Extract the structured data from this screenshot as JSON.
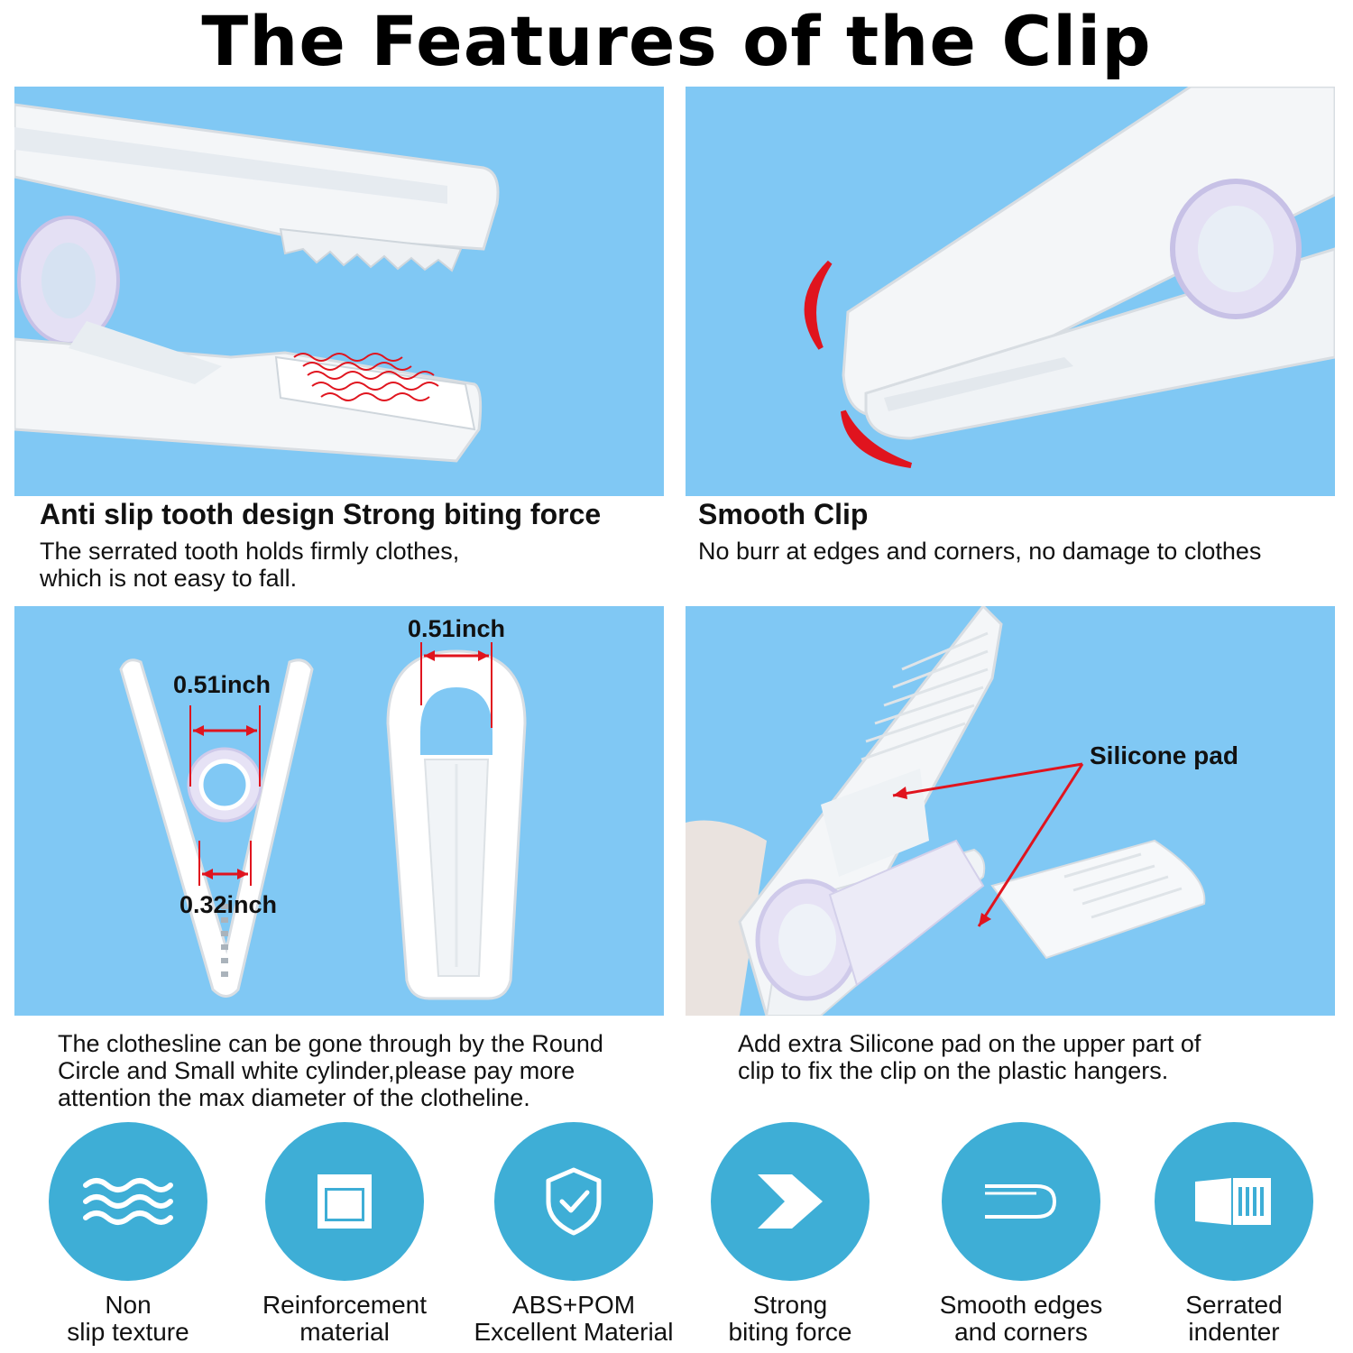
{
  "title": "The Features of the Clip",
  "panels": {
    "top_left": {
      "caption_title": "Anti slip tooth design Strong biting force",
      "caption_text": "The serrated  tooth  holds firmly clothes,\nwhich is not easy to fall."
    },
    "top_right": {
      "caption_title": "Smooth Clip",
      "caption_text": "No burr at edges and corners, no damage to clothes"
    },
    "bottom_left": {
      "dim_circle": "0.51inch",
      "dim_gap": "0.32inch",
      "dim_top": "0.51inch",
      "caption_text": "The clothesline can be gone through by the Round\nCircle and Small white cylinder,please pay more\nattention the max diameter of the clotheline."
    },
    "bottom_right": {
      "label": "Silicone pad",
      "caption_text": "Add extra Silicone pad on the upper part of\nclip to fix the clip on the plastic hangers."
    }
  },
  "features": [
    {
      "icon": "wave-icon",
      "label": "Non\nslip texture"
    },
    {
      "icon": "square-frame-icon",
      "label": "Reinforcement\nmaterial"
    },
    {
      "icon": "shield-check-icon",
      "label": "ABS+POM\nExcellent Material"
    },
    {
      "icon": "chevron-arrow-icon",
      "label": "Strong\nbiting force"
    },
    {
      "icon": "rounded-corner-icon",
      "label": "Smooth edges\nand corners"
    },
    {
      "icon": "serrated-indenter-icon",
      "label": "Serrated\nindenter"
    }
  ],
  "colors": {
    "panel_background": "#80c8f4",
    "icon_circle": "#3eaed6",
    "accent_red": "#e0141e"
  }
}
